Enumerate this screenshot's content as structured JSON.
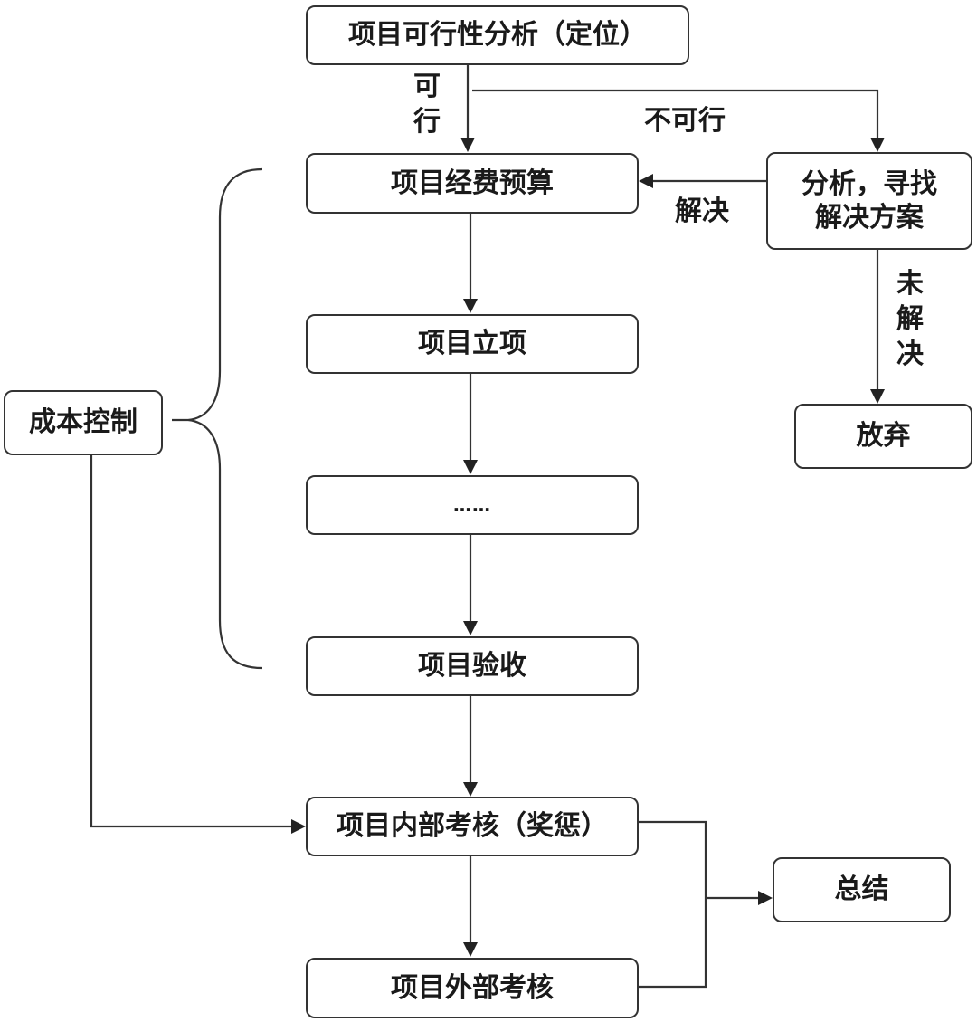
{
  "diagram": {
    "type": "flowchart",
    "nodes": {
      "feasibility": "项目可行性分析（定位）",
      "budget": "项目经费预算",
      "approval": "项目立项",
      "ellipsis": "……",
      "acceptance": "项目验收",
      "internal_review": "项目内部考核（奖惩）",
      "external_review": "项目外部考核",
      "analyze": "分析，寻找\n解决方案",
      "abandon": "放弃",
      "cost_control": "成本控制",
      "summary": "总结"
    },
    "edge_labels": {
      "feasible": "可\n行",
      "infeasible": "不可行",
      "solved": "解决",
      "unsolved": "未\n解\n决"
    },
    "edges": [
      {
        "from": "feasibility",
        "to": "budget",
        "label": "feasible"
      },
      {
        "from": "feasibility",
        "to": "analyze",
        "label": "infeasible"
      },
      {
        "from": "analyze",
        "to": "budget",
        "label": "solved"
      },
      {
        "from": "analyze",
        "to": "abandon",
        "label": "unsolved"
      },
      {
        "from": "budget",
        "to": "approval"
      },
      {
        "from": "approval",
        "to": "ellipsis"
      },
      {
        "from": "ellipsis",
        "to": "acceptance"
      },
      {
        "from": "acceptance",
        "to": "internal_review"
      },
      {
        "from": "cost_control",
        "to": "internal_review"
      },
      {
        "from": "internal_review",
        "to": "external_review"
      },
      {
        "from": "internal_review",
        "to": "summary"
      },
      {
        "from": "external_review",
        "to": "summary"
      }
    ],
    "groupings": [
      {
        "brace_from": "cost_control",
        "covers": [
          "budget",
          "approval",
          "ellipsis",
          "acceptance"
        ]
      }
    ]
  }
}
